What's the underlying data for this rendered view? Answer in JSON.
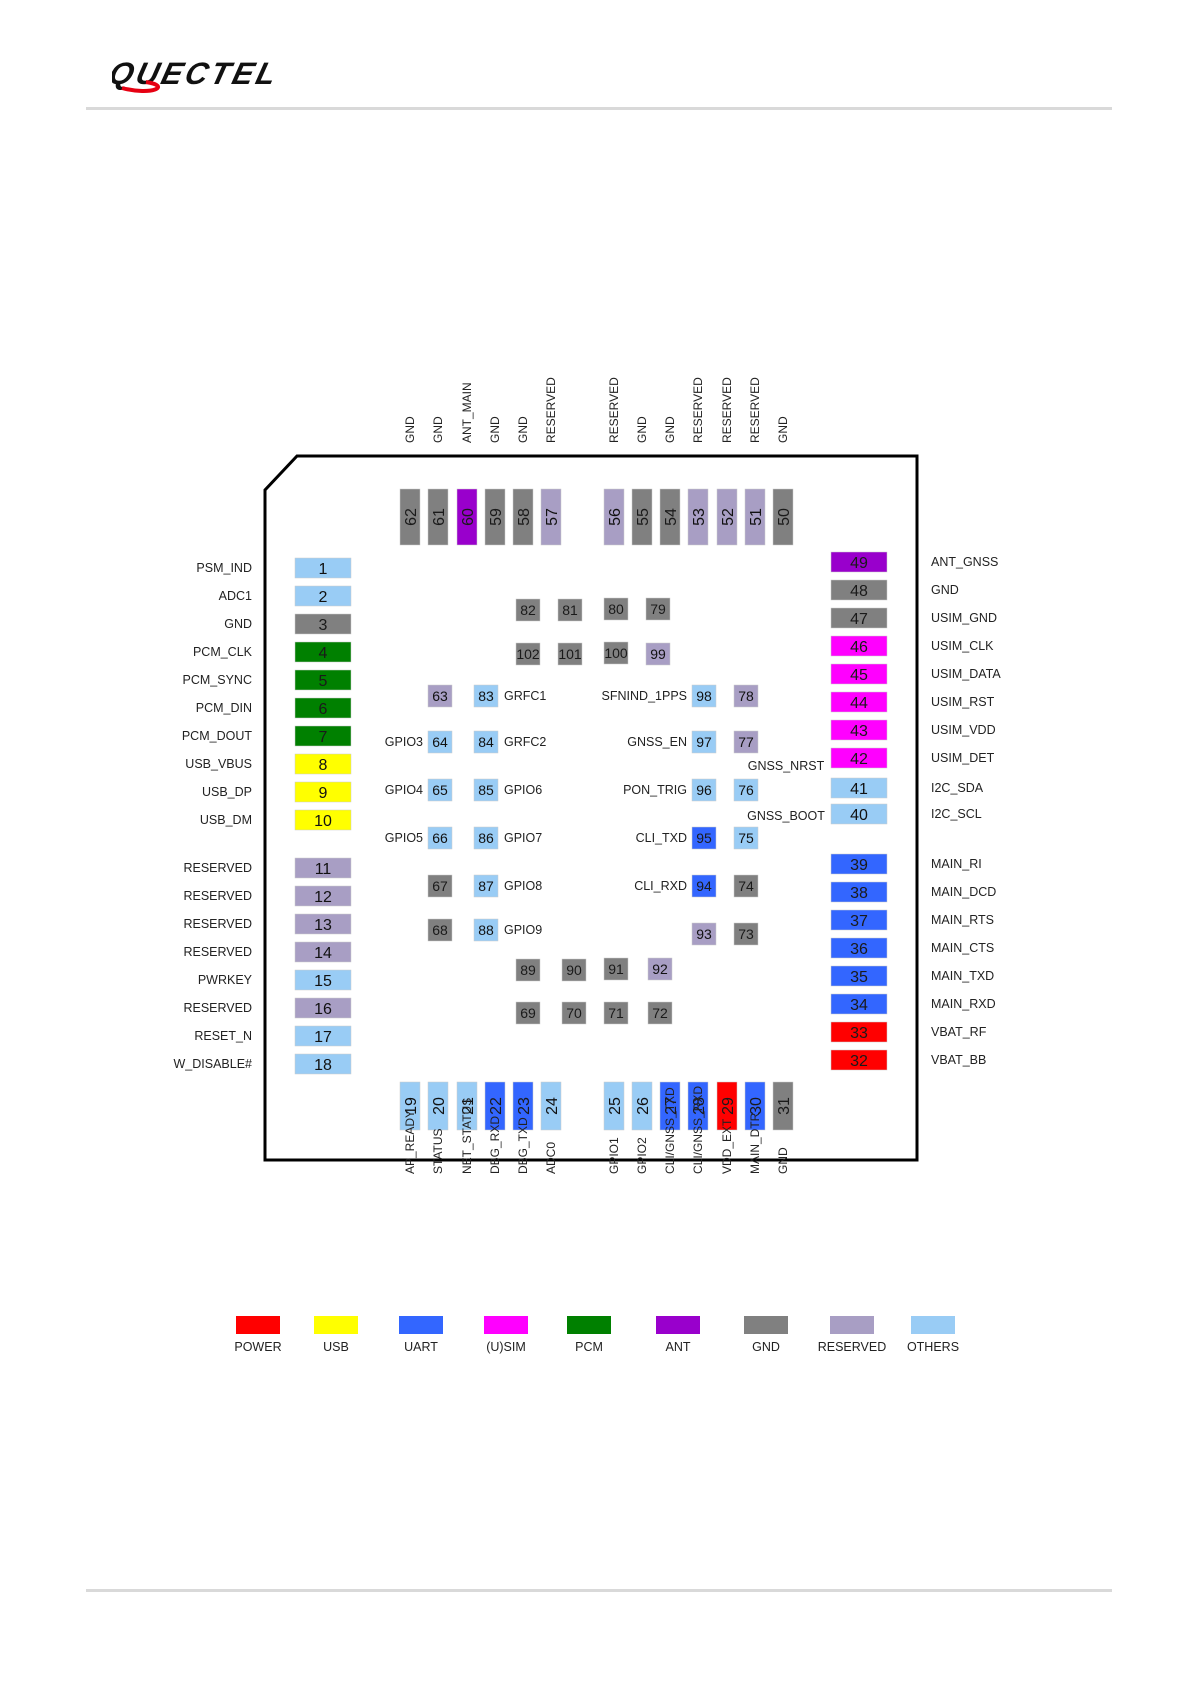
{
  "header": {
    "brand": "QUECTEL"
  },
  "colors": {
    "POWER": "#ff0000",
    "USB": "#ffff00",
    "UART": "#3366ff",
    "SIM": "#ff00ff",
    "PCM": "#008000",
    "ANT": "#9900cc",
    "GND": "#808080",
    "RESERVED": "#a89ec4",
    "OTHERS": "#99ccf5"
  },
  "legend": [
    {
      "label": "POWER",
      "cat": "POWER"
    },
    {
      "label": "USB",
      "cat": "USB"
    },
    {
      "label": "UART",
      "cat": "UART"
    },
    {
      "label": "(U)SIM",
      "cat": "SIM"
    },
    {
      "label": "PCM",
      "cat": "PCM"
    },
    {
      "label": "ANT",
      "cat": "ANT"
    },
    {
      "label": "GND",
      "cat": "GND"
    },
    {
      "label": "RESERVED",
      "cat": "RESERVED"
    },
    {
      "label": "OTHERS",
      "cat": "OTHERS"
    }
  ],
  "pins": {
    "left": [
      {
        "num": "1",
        "name": "PSM_IND",
        "cat": "OTHERS"
      },
      {
        "num": "2",
        "name": "ADC1",
        "cat": "OTHERS"
      },
      {
        "num": "3",
        "name": "GND",
        "cat": "GND"
      },
      {
        "num": "4",
        "name": "PCM_CLK",
        "cat": "PCM"
      },
      {
        "num": "5",
        "name": "PCM_SYNC",
        "cat": "PCM"
      },
      {
        "num": "6",
        "name": "PCM_DIN",
        "cat": "PCM"
      },
      {
        "num": "7",
        "name": "PCM_DOUT",
        "cat": "PCM"
      },
      {
        "num": "8",
        "name": "USB_VBUS",
        "cat": "USB"
      },
      {
        "num": "9",
        "name": "USB_DP",
        "cat": "USB"
      },
      {
        "num": "10",
        "name": "USB_DM",
        "cat": "USB"
      },
      {
        "num": "11",
        "name": "RESERVED",
        "cat": "RESERVED"
      },
      {
        "num": "12",
        "name": "RESERVED",
        "cat": "RESERVED"
      },
      {
        "num": "13",
        "name": "RESERVED",
        "cat": "RESERVED"
      },
      {
        "num": "14",
        "name": "RESERVED",
        "cat": "RESERVED"
      },
      {
        "num": "15",
        "name": "PWRKEY",
        "cat": "OTHERS"
      },
      {
        "num": "16",
        "name": "RESERVED",
        "cat": "RESERVED"
      },
      {
        "num": "17",
        "name": "RESET_N",
        "cat": "OTHERS"
      },
      {
        "num": "18",
        "name": "W_DISABLE#",
        "cat": "OTHERS"
      }
    ],
    "bottom": [
      {
        "num": "19",
        "name": "AP_READY",
        "cat": "OTHERS"
      },
      {
        "num": "20",
        "name": "STATUS",
        "cat": "OTHERS"
      },
      {
        "num": "21",
        "name": "NET_STATUS",
        "cat": "OTHERS"
      },
      {
        "num": "22",
        "name": "DBG_RXD",
        "cat": "UART"
      },
      {
        "num": "23",
        "name": "DBG_TXD",
        "cat": "UART"
      },
      {
        "num": "24",
        "name": "ADC0",
        "cat": "OTHERS"
      },
      {
        "num": "25",
        "name": "GPIO1",
        "cat": "OTHERS"
      },
      {
        "num": "26",
        "name": "GPIO2",
        "cat": "OTHERS"
      },
      {
        "num": "27",
        "name": "CLI/GNSS_TXD",
        "cat": "UART"
      },
      {
        "num": "28",
        "name": "CLI/GNSS_RXD",
        "cat": "UART"
      },
      {
        "num": "29",
        "name": "VDD_EXT",
        "cat": "POWER"
      },
      {
        "num": "30",
        "name": "MAIN_DTR",
        "cat": "UART"
      },
      {
        "num": "31",
        "name": "GND",
        "cat": "GND"
      }
    ],
    "right": [
      {
        "num": "49",
        "name": "ANT_GNSS",
        "cat": "ANT"
      },
      {
        "num": "48",
        "name": "GND",
        "cat": "GND"
      },
      {
        "num": "47",
        "name": "USIM_GND",
        "cat": "GND"
      },
      {
        "num": "46",
        "name": "USIM_CLK",
        "cat": "SIM"
      },
      {
        "num": "45",
        "name": "USIM_DATA",
        "cat": "SIM"
      },
      {
        "num": "44",
        "name": "USIM_RST",
        "cat": "SIM"
      },
      {
        "num": "43",
        "name": "USIM_VDD",
        "cat": "SIM"
      },
      {
        "num": "42",
        "name": "USIM_DET",
        "cat": "SIM"
      },
      {
        "num": "41",
        "name": "I2C_SDA",
        "cat": "OTHERS"
      },
      {
        "num": "40",
        "name": "I2C_SCL",
        "cat": "OTHERS"
      },
      {
        "num": "39",
        "name": "MAIN_RI",
        "cat": "UART"
      },
      {
        "num": "38",
        "name": "MAIN_DCD",
        "cat": "UART"
      },
      {
        "num": "37",
        "name": "MAIN_RTS",
        "cat": "UART"
      },
      {
        "num": "36",
        "name": "MAIN_CTS",
        "cat": "UART"
      },
      {
        "num": "35",
        "name": "MAIN_TXD",
        "cat": "UART"
      },
      {
        "num": "34",
        "name": "MAIN_RXD",
        "cat": "UART"
      },
      {
        "num": "33",
        "name": "VBAT_RF",
        "cat": "POWER"
      },
      {
        "num": "32",
        "name": "VBAT_BB",
        "cat": "POWER"
      }
    ],
    "top": [
      {
        "num": "62",
        "name": "GND",
        "cat": "GND"
      },
      {
        "num": "61",
        "name": "GND",
        "cat": "GND"
      },
      {
        "num": "60",
        "name": "ANT_MAIN",
        "cat": "ANT"
      },
      {
        "num": "59",
        "name": "GND",
        "cat": "GND"
      },
      {
        "num": "58",
        "name": "GND",
        "cat": "GND"
      },
      {
        "num": "57",
        "name": "RESERVED",
        "cat": "RESERVED"
      },
      {
        "num": "56",
        "name": "RESERVED",
        "cat": "RESERVED"
      },
      {
        "num": "55",
        "name": "GND",
        "cat": "GND"
      },
      {
        "num": "54",
        "name": "GND",
        "cat": "GND"
      },
      {
        "num": "53",
        "name": "RESERVED",
        "cat": "RESERVED"
      },
      {
        "num": "52",
        "name": "RESERVED",
        "cat": "RESERVED"
      },
      {
        "num": "51",
        "name": "RESERVED",
        "cat": "RESERVED"
      },
      {
        "num": "50",
        "name": "GND",
        "cat": "GND"
      }
    ],
    "inner": [
      {
        "num": "82",
        "cat": "GND"
      },
      {
        "num": "81",
        "cat": "GND"
      },
      {
        "num": "80",
        "cat": "GND"
      },
      {
        "num": "79",
        "cat": "GND"
      },
      {
        "num": "102",
        "cat": "GND"
      },
      {
        "num": "101",
        "cat": "GND"
      },
      {
        "num": "100",
        "cat": "GND"
      },
      {
        "num": "99",
        "cat": "RESERVED"
      },
      {
        "num": "63",
        "cat": "RESERVED"
      },
      {
        "num": "83",
        "name": "GRFC1",
        "cat": "OTHERS"
      },
      {
        "num": "98",
        "name": "SFNIND_1PPS",
        "cat": "OTHERS"
      },
      {
        "num": "78",
        "cat": "RESERVED"
      },
      {
        "num": "64",
        "name": "GPIO3",
        "cat": "OTHERS"
      },
      {
        "num": "84",
        "name": "GRFC2",
        "cat": "OTHERS"
      },
      {
        "num": "97",
        "name": "GNSS_EN",
        "cat": "OTHERS"
      },
      {
        "num": "77",
        "cat": "RESERVED"
      },
      {
        "num": "65",
        "name": "GPIO4",
        "cat": "OTHERS"
      },
      {
        "num": "85",
        "name": "GPIO6",
        "cat": "OTHERS"
      },
      {
        "num": "96",
        "name": "PON_TRIG",
        "cat": "OTHERS"
      },
      {
        "num": "76",
        "name": "GNSS_NRST",
        "cat": "OTHERS"
      },
      {
        "num": "66",
        "name": "GPIO5",
        "cat": "OTHERS"
      },
      {
        "num": "86",
        "name": "GPIO7",
        "cat": "OTHERS"
      },
      {
        "num": "95",
        "name": "CLI_TXD",
        "cat": "UART"
      },
      {
        "num": "75",
        "name": "GNSS_BOOT",
        "cat": "OTHERS"
      },
      {
        "num": "67",
        "cat": "GND"
      },
      {
        "num": "87",
        "name": "GPIO8",
        "cat": "OTHERS"
      },
      {
        "num": "94",
        "name": "CLI_RXD",
        "cat": "UART"
      },
      {
        "num": "74",
        "cat": "GND"
      },
      {
        "num": "68",
        "cat": "GND"
      },
      {
        "num": "88",
        "name": "GPIO9",
        "cat": "OTHERS"
      },
      {
        "num": "93",
        "cat": "RESERVED"
      },
      {
        "num": "73",
        "cat": "GND"
      },
      {
        "num": "89",
        "cat": "GND"
      },
      {
        "num": "90",
        "cat": "GND"
      },
      {
        "num": "91",
        "cat": "GND"
      },
      {
        "num": "92",
        "cat": "RESERVED"
      },
      {
        "num": "69",
        "cat": "GND"
      },
      {
        "num": "70",
        "cat": "GND"
      },
      {
        "num": "71",
        "cat": "GND"
      },
      {
        "num": "72",
        "cat": "GND"
      }
    ]
  }
}
